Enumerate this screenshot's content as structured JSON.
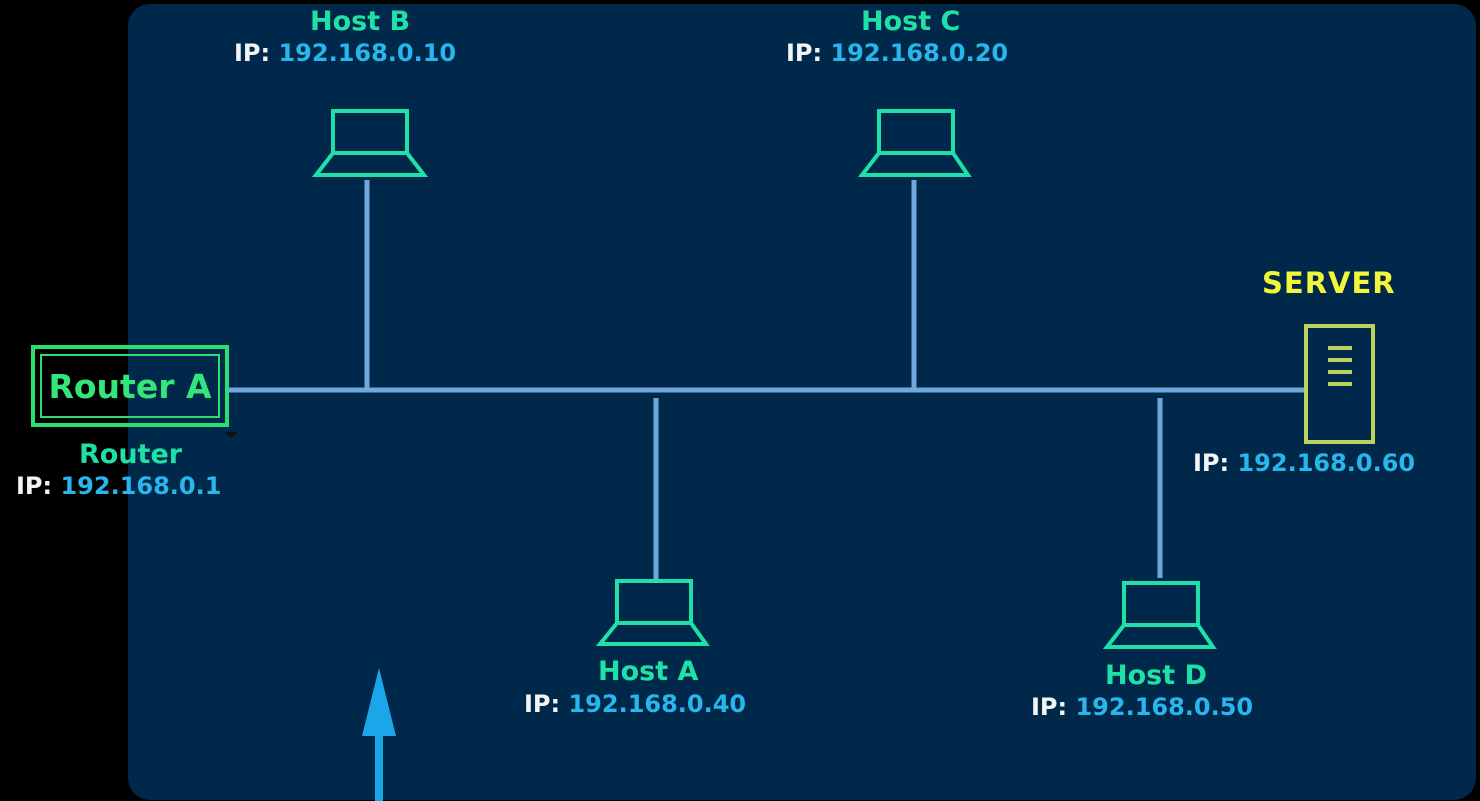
{
  "diagram": {
    "ip_prefix": "IP:",
    "router": {
      "box_label": "Router A",
      "caption": "Router",
      "ip": "192.168.0.1"
    },
    "hosts": [
      {
        "id": "host-b",
        "name": "Host B",
        "ip": "192.168.0.10"
      },
      {
        "id": "host-c",
        "name": "Host C",
        "ip": "192.168.0.20"
      },
      {
        "id": "host-a",
        "name": "Host A",
        "ip": "192.168.0.40"
      },
      {
        "id": "host-d",
        "name": "Host D",
        "ip": "192.168.0.50"
      }
    ],
    "server": {
      "title": "SERVER",
      "ip": "192.168.0.60"
    },
    "icons": {
      "host": "laptop-icon",
      "server": "server-icon",
      "arrow": "arrow-up-icon"
    },
    "colors": {
      "background": "#00284a",
      "link": "#6fa8dc",
      "host": "#1fe0a6",
      "router": "#28e06e",
      "server_title": "#f3f53a",
      "server_icon": "#b8d25a",
      "ip": "#29b6ec",
      "arrow": "#1aa6e8"
    }
  }
}
